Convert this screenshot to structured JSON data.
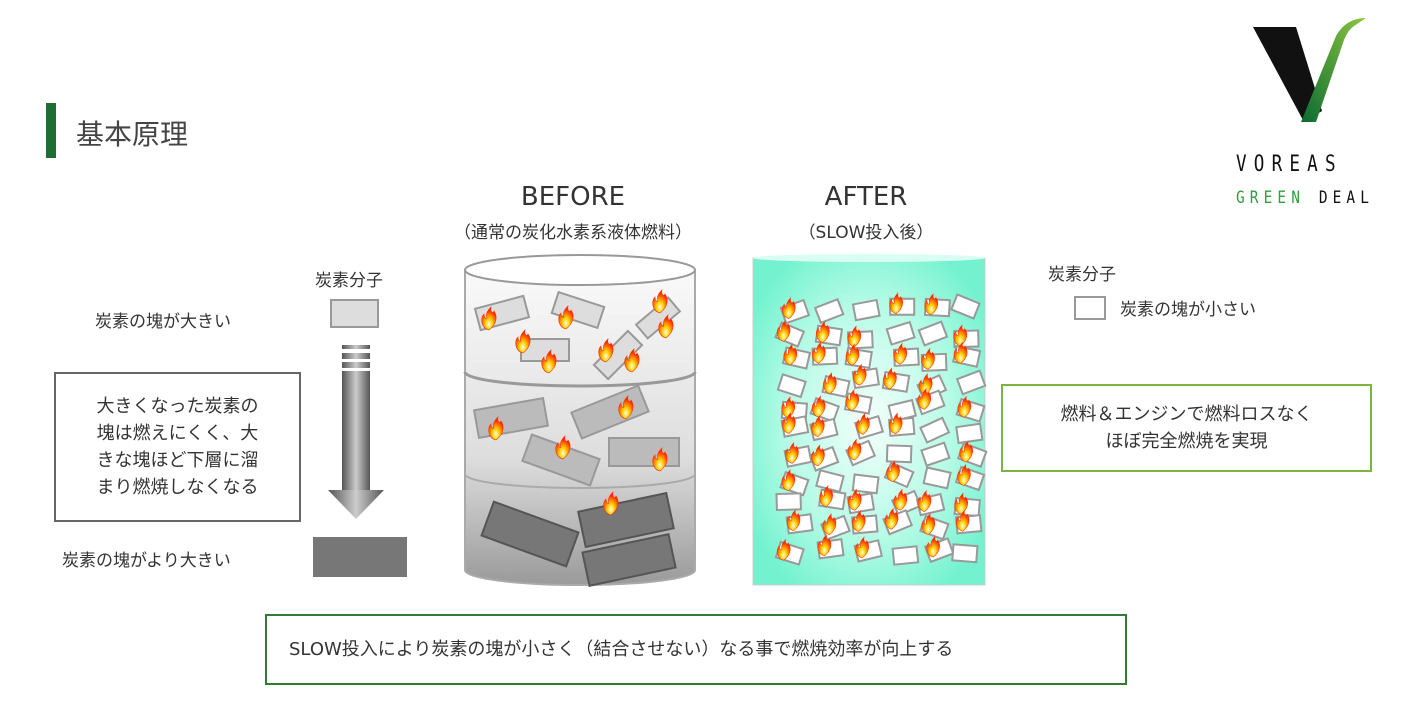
{
  "title": "基本原理",
  "logo": {
    "brand": "VOREAS",
    "tag_green": "GREEN",
    "tag_dark": "DEAL",
    "colors": {
      "dark": "#111111",
      "green": "#2e9e3e"
    }
  },
  "before": {
    "heading": "BEFORE",
    "subtitle": "（通常の炭化水素系液体燃料）"
  },
  "after": {
    "heading": "AFTER",
    "subtitle": "（SLOW投入後）"
  },
  "left": {
    "molecule_label": "炭素分子",
    "large_label": "炭素の塊が大きい",
    "larger_label": "炭素の塊がより大きい",
    "note": [
      "大きくなった炭素の",
      "塊は燃えにくく、大",
      "きな塊ほど下層に溜",
      "まり燃焼しなくなる"
    ]
  },
  "right": {
    "molecule_label": "炭素分子",
    "small_label": "炭素の塊が小さい",
    "note": [
      "燃料＆エンジンで燃料ロスなく",
      "ほぼ完全燃焼を実現"
    ]
  },
  "summary": "SLOW投入により炭素の塊が小さく（結合させない）なる事で燃焼効率が向上する",
  "colors": {
    "accent": "#1e6e34",
    "after_fill": "#7ff5d5",
    "note_border": "#7cb342",
    "summary_border": "#2e7d32"
  }
}
